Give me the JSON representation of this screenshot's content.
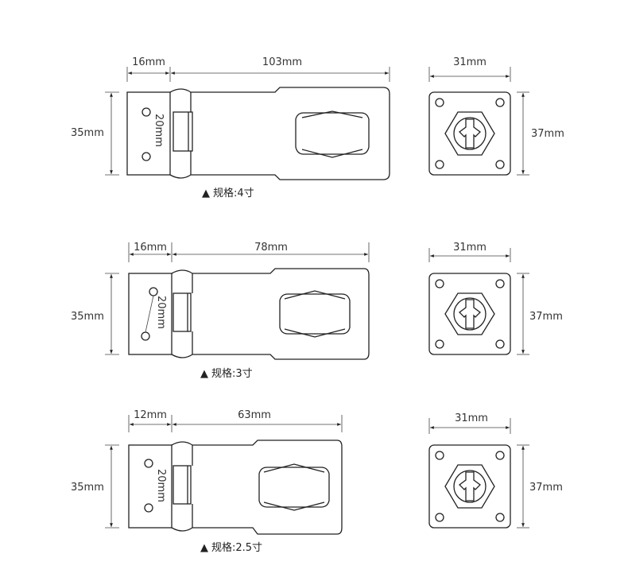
{
  "colors": {
    "line": "#222222",
    "text": "#333333",
    "background": "#ffffff"
  },
  "rows": [
    {
      "hinge_width": "16mm",
      "hasp_length": "103mm",
      "height": "35mm",
      "hole_spacing": "20mm",
      "staple_width": "31mm",
      "staple_height": "37mm",
      "spec_marker": "▲",
      "spec_label": "规格:4寸"
    },
    {
      "hinge_width": "16mm",
      "hasp_length": "78mm",
      "height": "35mm",
      "hole_spacing": "20mm",
      "staple_width": "31mm",
      "staple_height": "37mm",
      "spec_marker": "▲",
      "spec_label": "规格:3寸"
    },
    {
      "hinge_width": "12mm",
      "hasp_length": "63mm",
      "height": "35mm",
      "hole_spacing": "20mm",
      "staple_width": "31mm",
      "staple_height": "37mm",
      "spec_marker": "▲",
      "spec_label": "规格:2.5寸"
    }
  ]
}
